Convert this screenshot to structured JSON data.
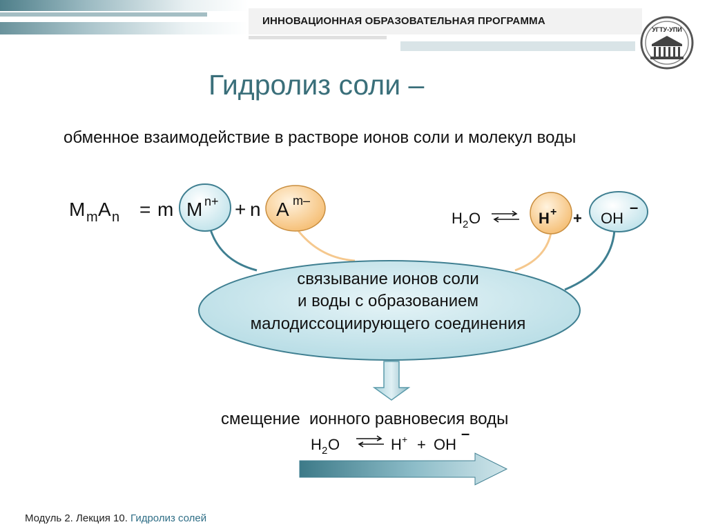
{
  "header": {
    "title": "ИННОВАЦИОННАЯ ОБРАЗОВАТЕЛЬНАЯ ПРОГРАММА",
    "logo_text": "УГТУ-УПИ"
  },
  "slide": {
    "title": "Гидролиз соли –",
    "definition": "обменное взаимодействие в растворе ионов соли и молекул воды"
  },
  "salt_equation": {
    "M": "M",
    "m_sub": "m",
    "A": "A",
    "n_sub": "n",
    "eq": "=",
    "coef_m": "m",
    "cation": "M",
    "cation_charge": "n+",
    "plus": "+",
    "coef_n": "n",
    "anion": "A",
    "anion_charge": "m–"
  },
  "water_equation": {
    "h2o_h": "H",
    "h2o_sub": "2",
    "h2o_o": "O",
    "h_plus": "H",
    "h_charge": "+",
    "plus": "+",
    "oh": "OH",
    "oh_charge": "–"
  },
  "ellipse_text": [
    "связывание ионов соли",
    "и воды с образованием",
    "малодиссоциирующего   соединения"
  ],
  "result": {
    "text": "смещение  ионного равновесия воды",
    "h": "H",
    "sub": "2",
    "o": "O",
    "hplus": "H",
    "hcharge": "+",
    "plus": "+",
    "oh": "OH",
    "ohcharge": "–"
  },
  "footer": {
    "module": "Модуль 2. Лекция 10.",
    "topic": "Гидролиз солей"
  },
  "colors": {
    "teal": "#3f7f91",
    "ellipse_fill": "#bfe2ea",
    "cation_bubble": "#cfe9ef",
    "anion_bubble": "#f7c785",
    "title": "#3a6f7a"
  }
}
